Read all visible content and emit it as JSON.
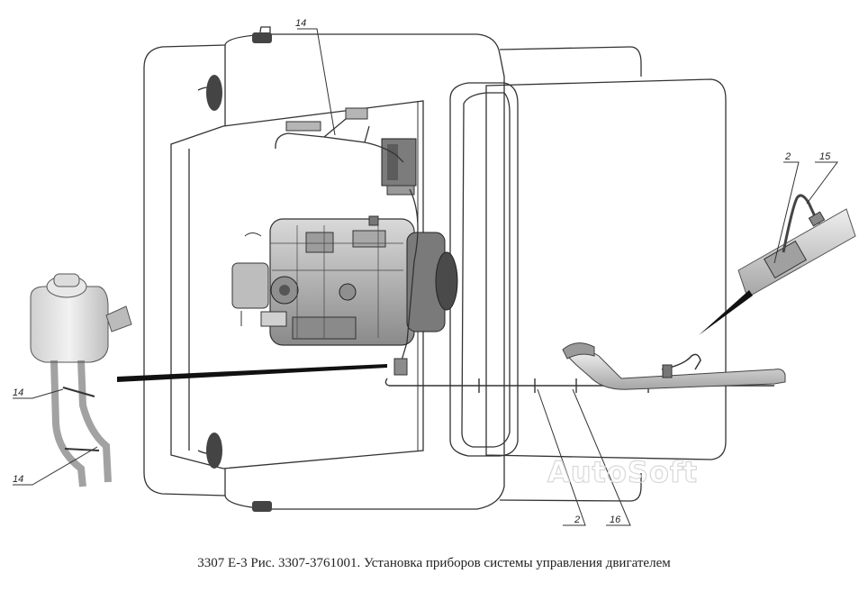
{
  "callouts": {
    "c14_top": "14",
    "c14_left_upper": "14",
    "c14_left_lower": "14",
    "c2_right": "2",
    "c15_right": "15",
    "c2_bottom": "2",
    "c16_bottom": "16"
  },
  "watermark": "AutoSoft",
  "caption": "3307 Е-3 Рис. 3307-3761001. Установка приборов системы управления двигателем"
}
